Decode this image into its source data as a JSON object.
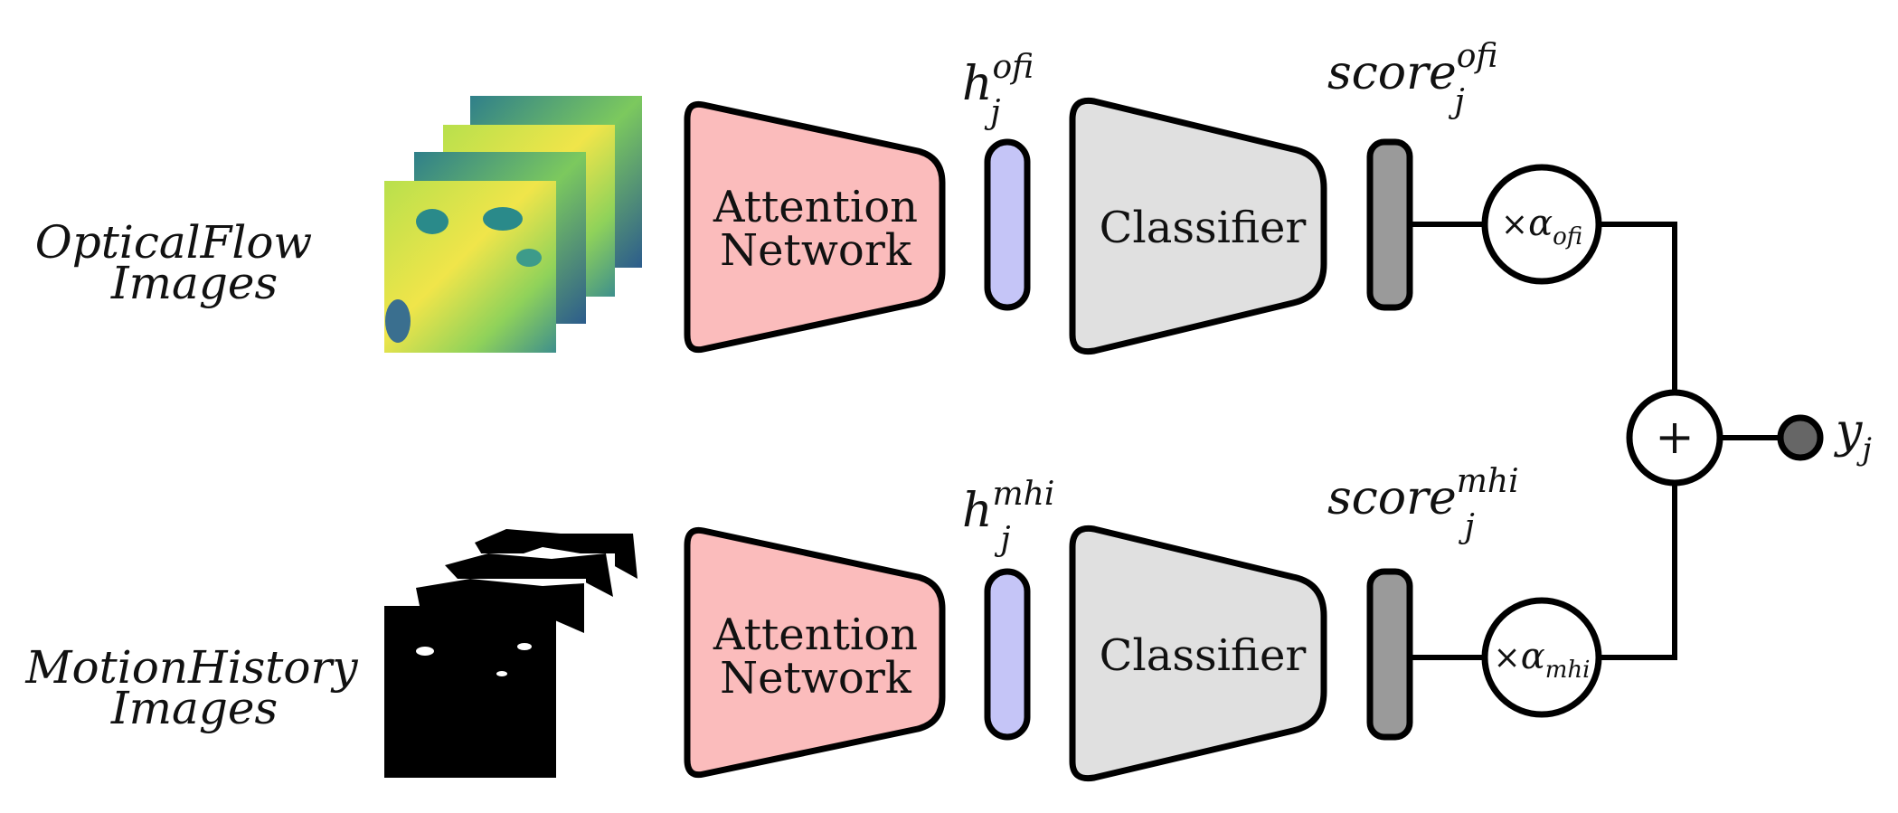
{
  "inputs": {
    "optical_flow": {
      "line1": "OpticalFlow",
      "line2": "Images"
    },
    "motion_history": {
      "line1": "MotionHistory",
      "line2": "Images"
    }
  },
  "branches": {
    "ofi": {
      "encoder": {
        "line1": "Attention",
        "line2": "Network"
      },
      "feature": {
        "base": "h",
        "sub": "j",
        "sup": "ofi"
      },
      "classifier": "Classifier",
      "score": {
        "base": "score",
        "sub": "j",
        "sup": "ofi"
      },
      "weight": {
        "op": "×",
        "alpha": "α",
        "sub": "ofi"
      }
    },
    "mhi": {
      "encoder": {
        "line1": "Attention",
        "line2": "Network"
      },
      "feature": {
        "base": "h",
        "sub": "j",
        "sup": "mhi"
      },
      "classifier": "Classifier",
      "score": {
        "base": "score",
        "sub": "j",
        "sup": "mhi"
      },
      "weight": {
        "op": "×",
        "alpha": "α",
        "sub": "mhi"
      }
    }
  },
  "fusion": {
    "symbol": "+"
  },
  "output": {
    "base": "y",
    "sub": "j"
  },
  "colors": {
    "attention_fill": "#fbbcbc",
    "feature_fill": "#c5c5f7",
    "classifier_fill": "#e0e0e0",
    "score_fill": "#9a9a9a",
    "output_fill": "#666666",
    "ofi_thumb_a": "#f4e64a",
    "ofi_thumb_b": "#74c95e",
    "ofi_thumb_c": "#2c8a8a",
    "ofi_thumb_d": "#3a4f8f"
  }
}
